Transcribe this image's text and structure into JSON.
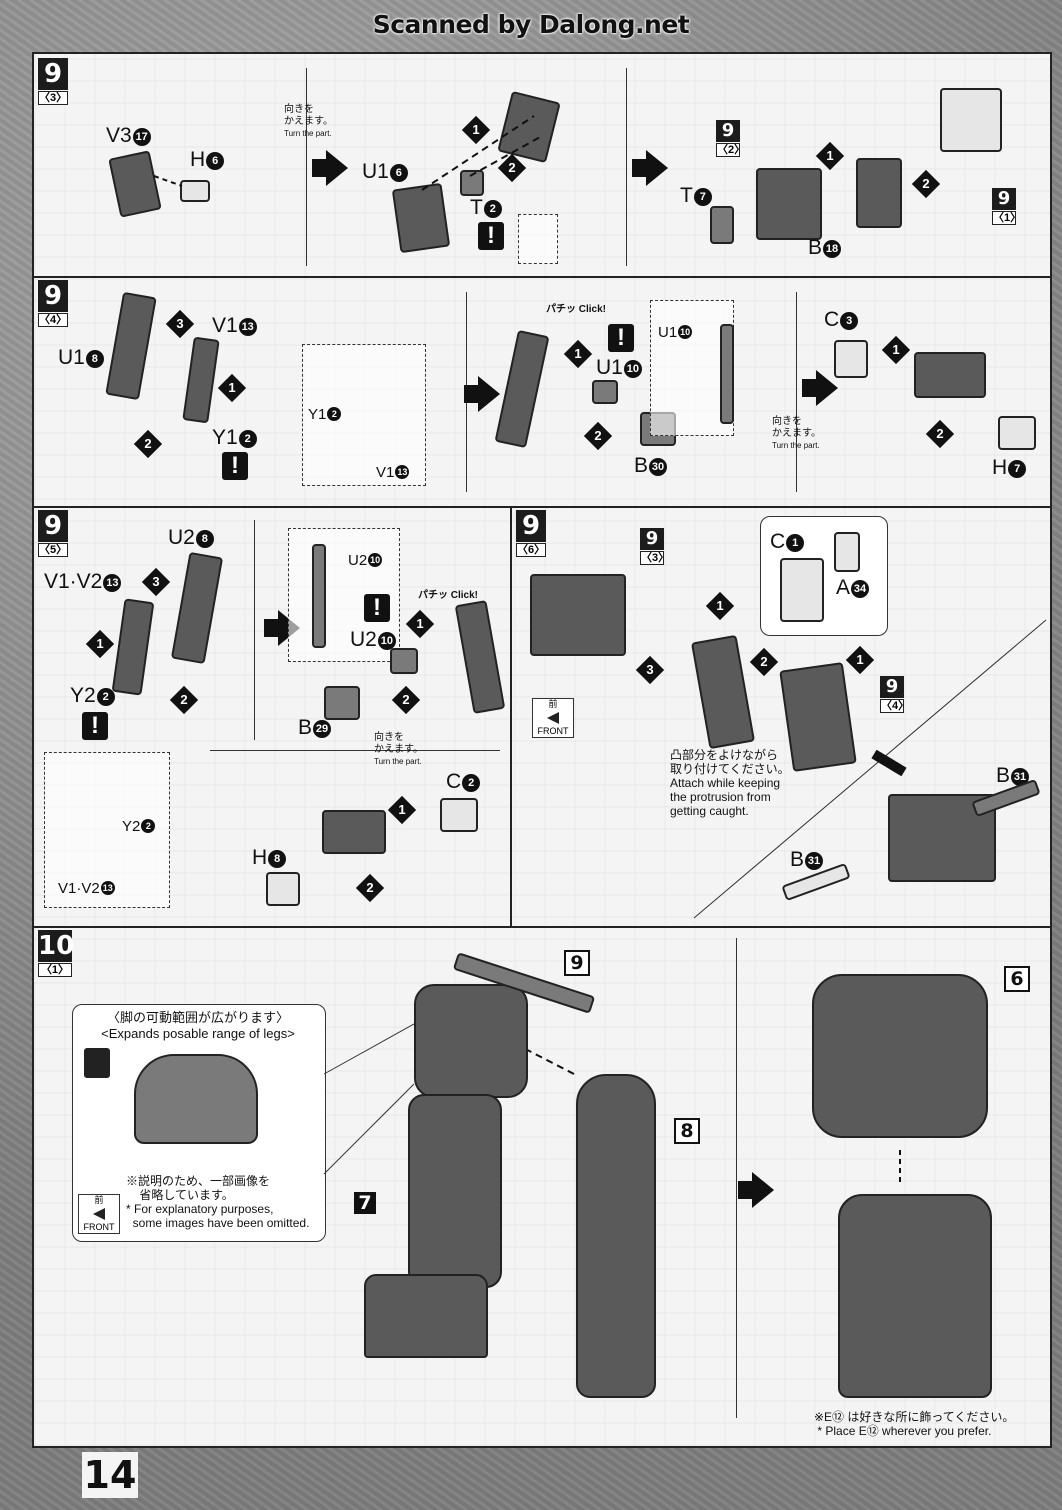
{
  "watermark": "Scanned by Dalong.net",
  "page_number": "14",
  "warn_mark": "!",
  "click_text": "パチッ Click!",
  "front_jp": "前",
  "front_en": "FRONT",
  "order": {
    "1": "1",
    "2": "2",
    "3": "3"
  },
  "steps": {
    "s9_3": {
      "num": "9",
      "sub": "〈3〉",
      "turn_jp1": "向きを",
      "turn_jp2": "かえます。",
      "turn_en": "Turn the part.",
      "ref_a": "9",
      "ref_a_sub": "〈2〉",
      "ref_b": "9",
      "ref_b_sub": "〈1〉",
      "labels": [
        {
          "t": "V3",
          "n": "17"
        },
        {
          "t": "H",
          "n": "6"
        },
        {
          "t": "U1",
          "n": "6"
        },
        {
          "t": "T",
          "n": "2"
        },
        {
          "t": "T",
          "n": "7"
        },
        {
          "t": "B",
          "n": "18"
        }
      ]
    },
    "s9_4": {
      "num": "9",
      "sub": "〈4〉",
      "turn_jp1": "向きを",
      "turn_jp2": "かえます。",
      "turn_en": "Turn the part.",
      "labels": [
        {
          "t": "U1",
          "n": "8"
        },
        {
          "t": "V1",
          "n": "13"
        },
        {
          "t": "Y1",
          "n": "2"
        },
        {
          "t": "Y1",
          "n": "2"
        },
        {
          "t": "V1",
          "n": "13"
        },
        {
          "t": "U1",
          "n": "10"
        },
        {
          "t": "B",
          "n": "30"
        },
        {
          "t": "U1",
          "n": "10"
        },
        {
          "t": "C",
          "n": "3"
        },
        {
          "t": "H",
          "n": "7"
        }
      ]
    },
    "s9_5": {
      "num": "9",
      "sub": "〈5〉",
      "turn_jp1": "向きを",
      "turn_jp2": "かえます。",
      "turn_en": "Turn the part.",
      "labels": [
        {
          "t": "U2",
          "n": "8"
        },
        {
          "t": "V1·V2",
          "n": "13"
        },
        {
          "t": "Y2",
          "n": "2"
        },
        {
          "t": "Y2",
          "n": "2"
        },
        {
          "t": "V1·V2",
          "n": "13"
        },
        {
          "t": "U2",
          "n": "10"
        },
        {
          "t": "U2",
          "n": "10"
        },
        {
          "t": "B",
          "n": "29"
        },
        {
          "t": "C",
          "n": "2"
        },
        {
          "t": "H",
          "n": "8"
        }
      ]
    },
    "s9_6": {
      "num": "9",
      "sub": "〈6〉",
      "ref_a": "9",
      "ref_a_sub": "〈3〉",
      "ref_b": "9",
      "ref_b_sub": "〈4〉",
      "note_jp1": "凸部分をよけながら",
      "note_jp2": "取り付けてください。",
      "note_en1": "Attach while keeping",
      "note_en2": "the protrusion from",
      "note_en3": "getting caught.",
      "labels": [
        {
          "t": "C",
          "n": "1"
        },
        {
          "t": "A",
          "n": "34"
        },
        {
          "t": "B",
          "n": "31"
        },
        {
          "t": "B",
          "n": "31"
        }
      ]
    },
    "s10_1": {
      "num": "10",
      "sub": "〈1〉",
      "callout_jp": "〈脚の可動範囲が広がります〉",
      "callout_en": "<Expands posable range of legs>",
      "omit_jp1": "※説明のため、一部画像を",
      "omit_jp2": "省略しています。",
      "omit_en1": "* For explanatory purposes,",
      "omit_en2": "some images have been omitted.",
      "place_jp": "※E⑫ は好きな所に飾ってください。",
      "place_en": "* Place E⑫ wherever you prefer.",
      "n9": "9",
      "n7": "7",
      "n8": "8",
      "n6": "6"
    }
  }
}
